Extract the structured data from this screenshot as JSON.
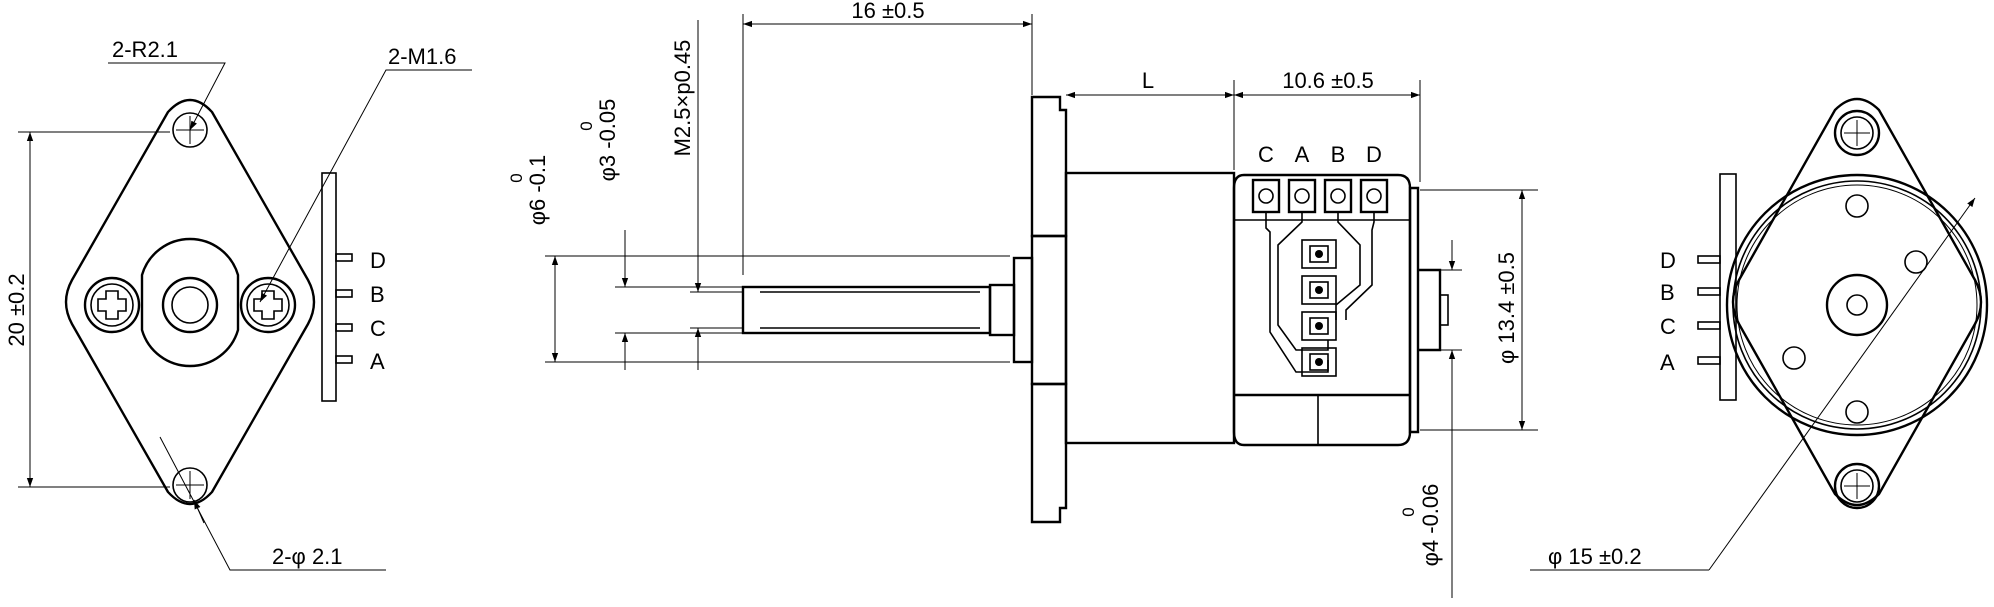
{
  "left_view": {
    "callout_radius": "2-R2.1",
    "callout_thread": "2-M1.6",
    "callout_hole": "2-φ 2.1",
    "dim_height": "20 ±0.2",
    "pins": [
      "D",
      "B",
      "C",
      "A"
    ]
  },
  "side_view": {
    "dim_shaft_length": "16 ±0.5",
    "dim_gearbox_length": "L",
    "dim_motor_length": "10.6 ±0.5",
    "dim_thread": "M2.5×p0.45",
    "dim_shaft_dia": "φ3 -0.05",
    "dim_shaft_dia_upper": "0",
    "dim_boss_dia": "φ6 -0.1",
    "dim_boss_dia_upper": "0",
    "dim_rear_boss": "φ4 -0.06",
    "dim_rear_boss_upper": "0",
    "dim_motor_height": "φ 13.4 ±0.5",
    "pins": [
      "C",
      "A",
      "B",
      "D"
    ]
  },
  "right_view": {
    "pins": [
      "D",
      "B",
      "C",
      "A"
    ],
    "dim_diameter": "φ 15 ±0.2"
  }
}
